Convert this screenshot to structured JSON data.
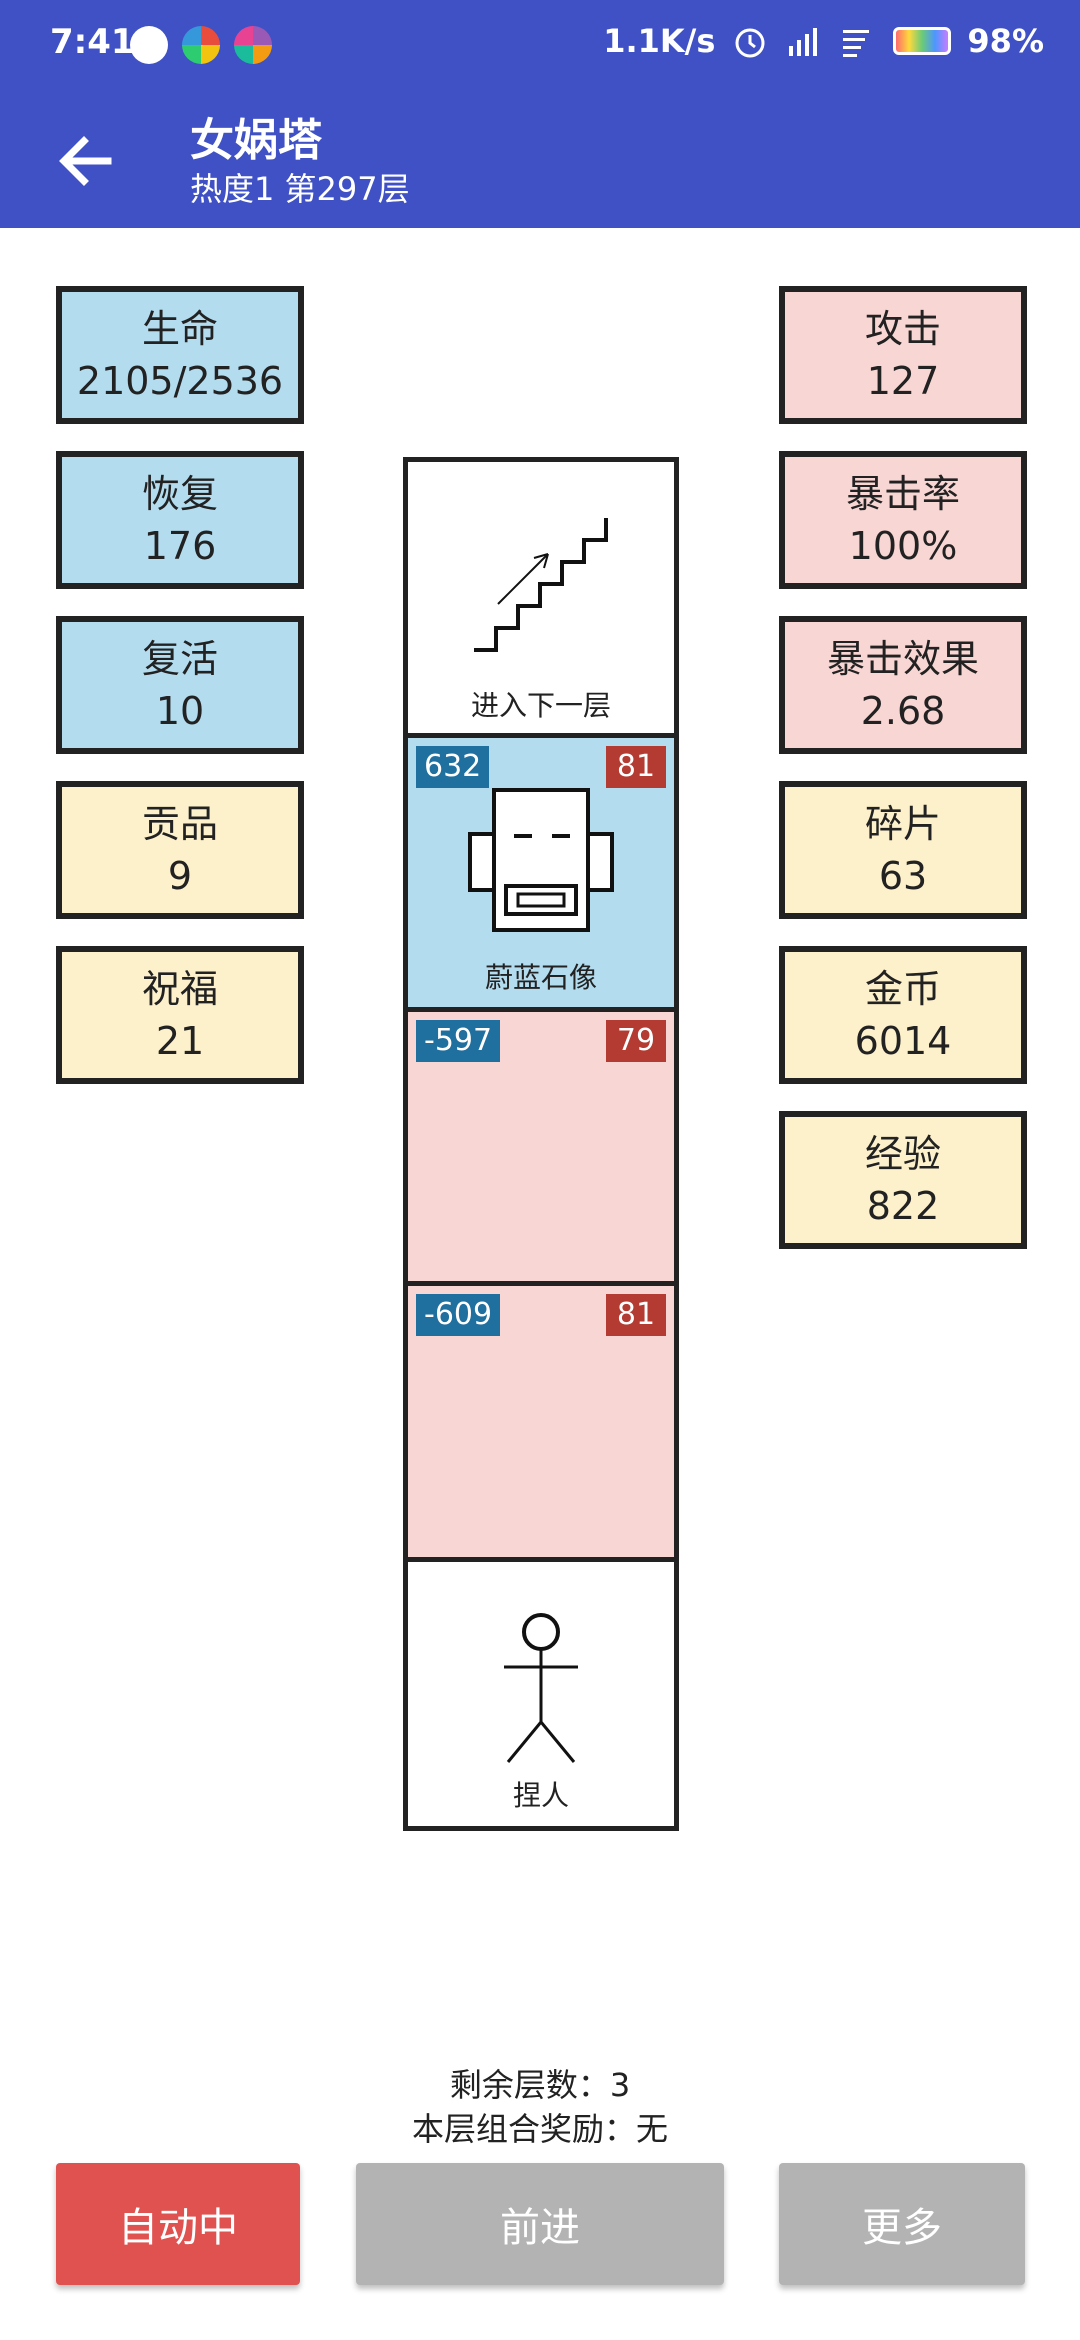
{
  "status_bar": {
    "time": "7:41",
    "net_speed": "1.1K/s",
    "battery": "98%"
  },
  "app_bar": {
    "title": "女娲塔",
    "subtitle": "热度1 第297层"
  },
  "left_stats": [
    {
      "label": "生命",
      "value": "2105/2536"
    },
    {
      "label": "恢复",
      "value": "176"
    },
    {
      "label": "复活",
      "value": "10"
    },
    {
      "label": "贡品",
      "value": "9"
    },
    {
      "label": "祝福",
      "value": "21"
    }
  ],
  "right_stats": [
    {
      "label": "攻击",
      "value": "127"
    },
    {
      "label": "暴击率",
      "value": "100%"
    },
    {
      "label": "暴击效果",
      "value": "2.68"
    },
    {
      "label": "碎片",
      "value": "63"
    },
    {
      "label": "金币",
      "value": "6014"
    },
    {
      "label": "经验",
      "value": "822"
    }
  ],
  "tower": {
    "stairs_label": "进入下一层",
    "monster": {
      "name": "蔚蓝石像",
      "left": "632",
      "right": "81"
    },
    "room2": {
      "left": "-597",
      "right": "79"
    },
    "room3": {
      "left": "-609",
      "right": "81"
    },
    "player_label": "捏人"
  },
  "footer": {
    "remaining": "剩余层数：3",
    "reward": "本层组合奖励：无"
  },
  "buttons": {
    "auto": "自动中",
    "forward": "前进",
    "more": "更多"
  },
  "colors": {
    "app_bar": "#3f51c4",
    "blue_box": "#b3dcef",
    "pink_box": "#f8d6d3",
    "cream_box": "#fdf1cc",
    "auto_button": "#e05250",
    "disabled_button": "#b3b3b3"
  }
}
